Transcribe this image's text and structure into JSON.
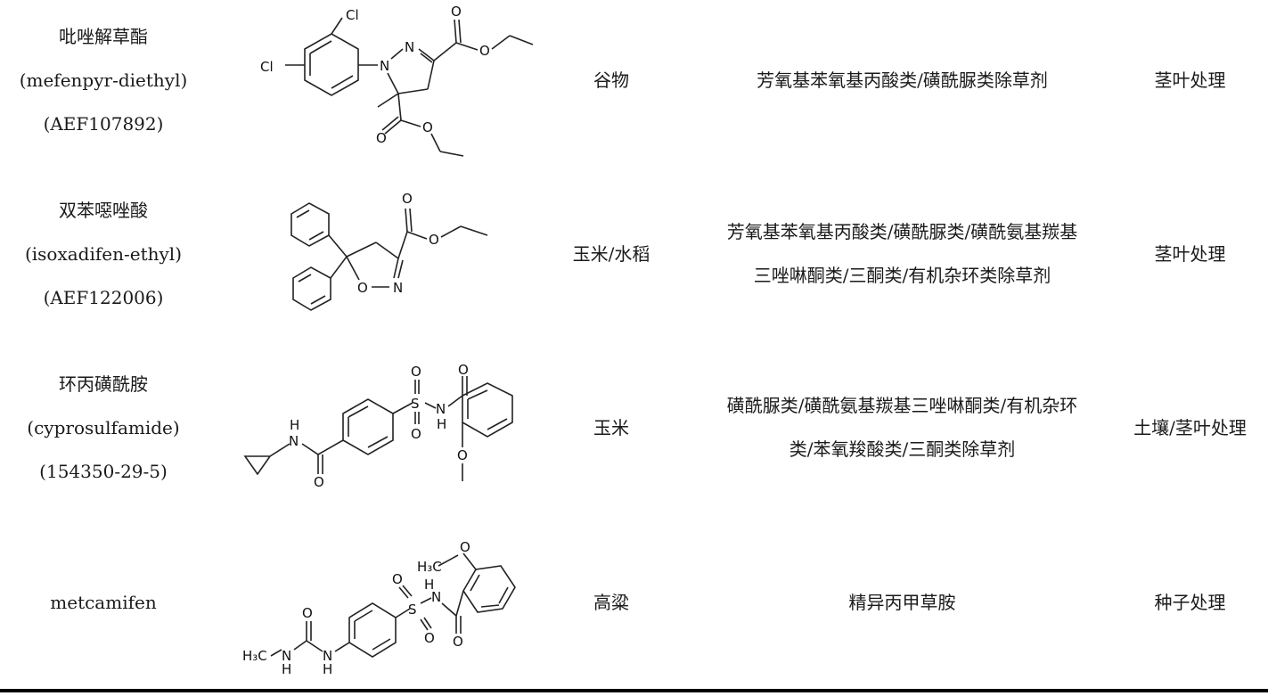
{
  "rows": [
    {
      "name_lines": [
        "吡唑解草酯",
        "(mefenpyr-diethyl)",
        "(AEF107892)"
      ],
      "crop": "谷物",
      "herbicide_lines": [
        "芳氧基苯氧基丙酸类/磺酰脲类除草剂"
      ],
      "method": "茎叶处理",
      "structure_icon": "mefenpyr-diethyl-structure-icon"
    },
    {
      "name_lines": [
        "双苯噁唑酸",
        "(isoxadifen-ethyl)",
        "(AEF122006)"
      ],
      "crop": "玉米/水稻",
      "herbicide_lines": [
        "芳氧基苯氧基丙酸类/磺酰脲类/磺酰氨基羰基",
        "三唑啉酮类/三酮类/有机杂环类除草剂"
      ],
      "method": "茎叶处理",
      "structure_icon": "isoxadifen-ethyl-structure-icon"
    },
    {
      "name_lines": [
        "环丙磺酰胺",
        "(cyprosulfamide)",
        "(154350-29-5)"
      ],
      "crop": "玉米",
      "herbicide_lines": [
        "磺酰脲类/磺酰氨基羰基三唑啉酮类/有机杂环",
        "类/苯氧羧酸类/三酮类除草剂"
      ],
      "method": "土壤/茎叶处理",
      "structure_icon": "cyprosulfamide-structure-icon"
    },
    {
      "name_lines": [
        "metcamifen"
      ],
      "crop": "高粱",
      "herbicide_lines": [
        "精异丙甲草胺"
      ],
      "method": "种子处理",
      "structure_icon": "metcamifen-structure-icon"
    }
  ],
  "atoms": {
    "cl": "Cl",
    "n": "N",
    "o": "O",
    "s": "S",
    "h": "H",
    "h3c": "H₃C",
    "h3c2": "H₃C"
  }
}
